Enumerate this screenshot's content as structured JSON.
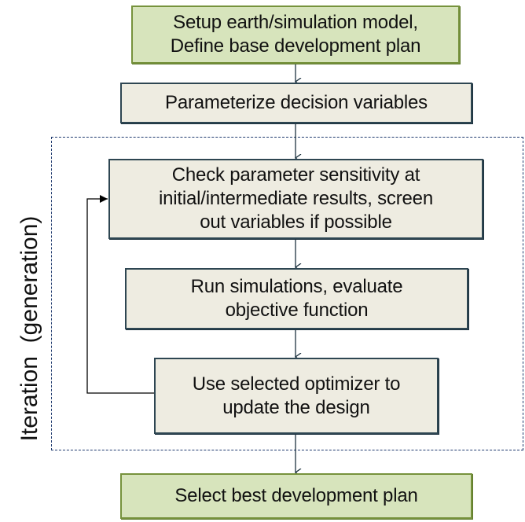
{
  "diagram": {
    "steps": [
      {
        "id": "setup",
        "text": "Setup earth/simulation model,\nDefine base development plan",
        "style": "green"
      },
      {
        "id": "parameterize",
        "text": "Parameterize decision variables",
        "style": "beige"
      },
      {
        "id": "sensitivity",
        "text": "Check parameter sensitivity at\ninitial/intermediate results, screen\nout variables if possible",
        "style": "beige"
      },
      {
        "id": "simulate",
        "text": "Run simulations, evaluate\nobjective function",
        "style": "beige"
      },
      {
        "id": "optimize",
        "text": "Use selected optimizer to\nupdate the design",
        "style": "beige"
      },
      {
        "id": "select",
        "text": "Select best development plan",
        "style": "green"
      }
    ],
    "loop_label": "Iteration  (generation)",
    "edges": [
      {
        "from": "setup",
        "to": "parameterize"
      },
      {
        "from": "parameterize",
        "to": "sensitivity"
      },
      {
        "from": "sensitivity",
        "to": "simulate"
      },
      {
        "from": "simulate",
        "to": "optimize"
      },
      {
        "from": "optimize",
        "to": "select"
      },
      {
        "from": "optimize",
        "to": "sensitivity",
        "type": "feedback-loop"
      }
    ],
    "colors": {
      "green_fill": "#d7e4bc",
      "green_border": "#76923c",
      "beige_fill": "#eeece1",
      "beige_border": "#2e4652",
      "frame_dash": "#1f3a6e",
      "connector": "#1e3340"
    }
  }
}
